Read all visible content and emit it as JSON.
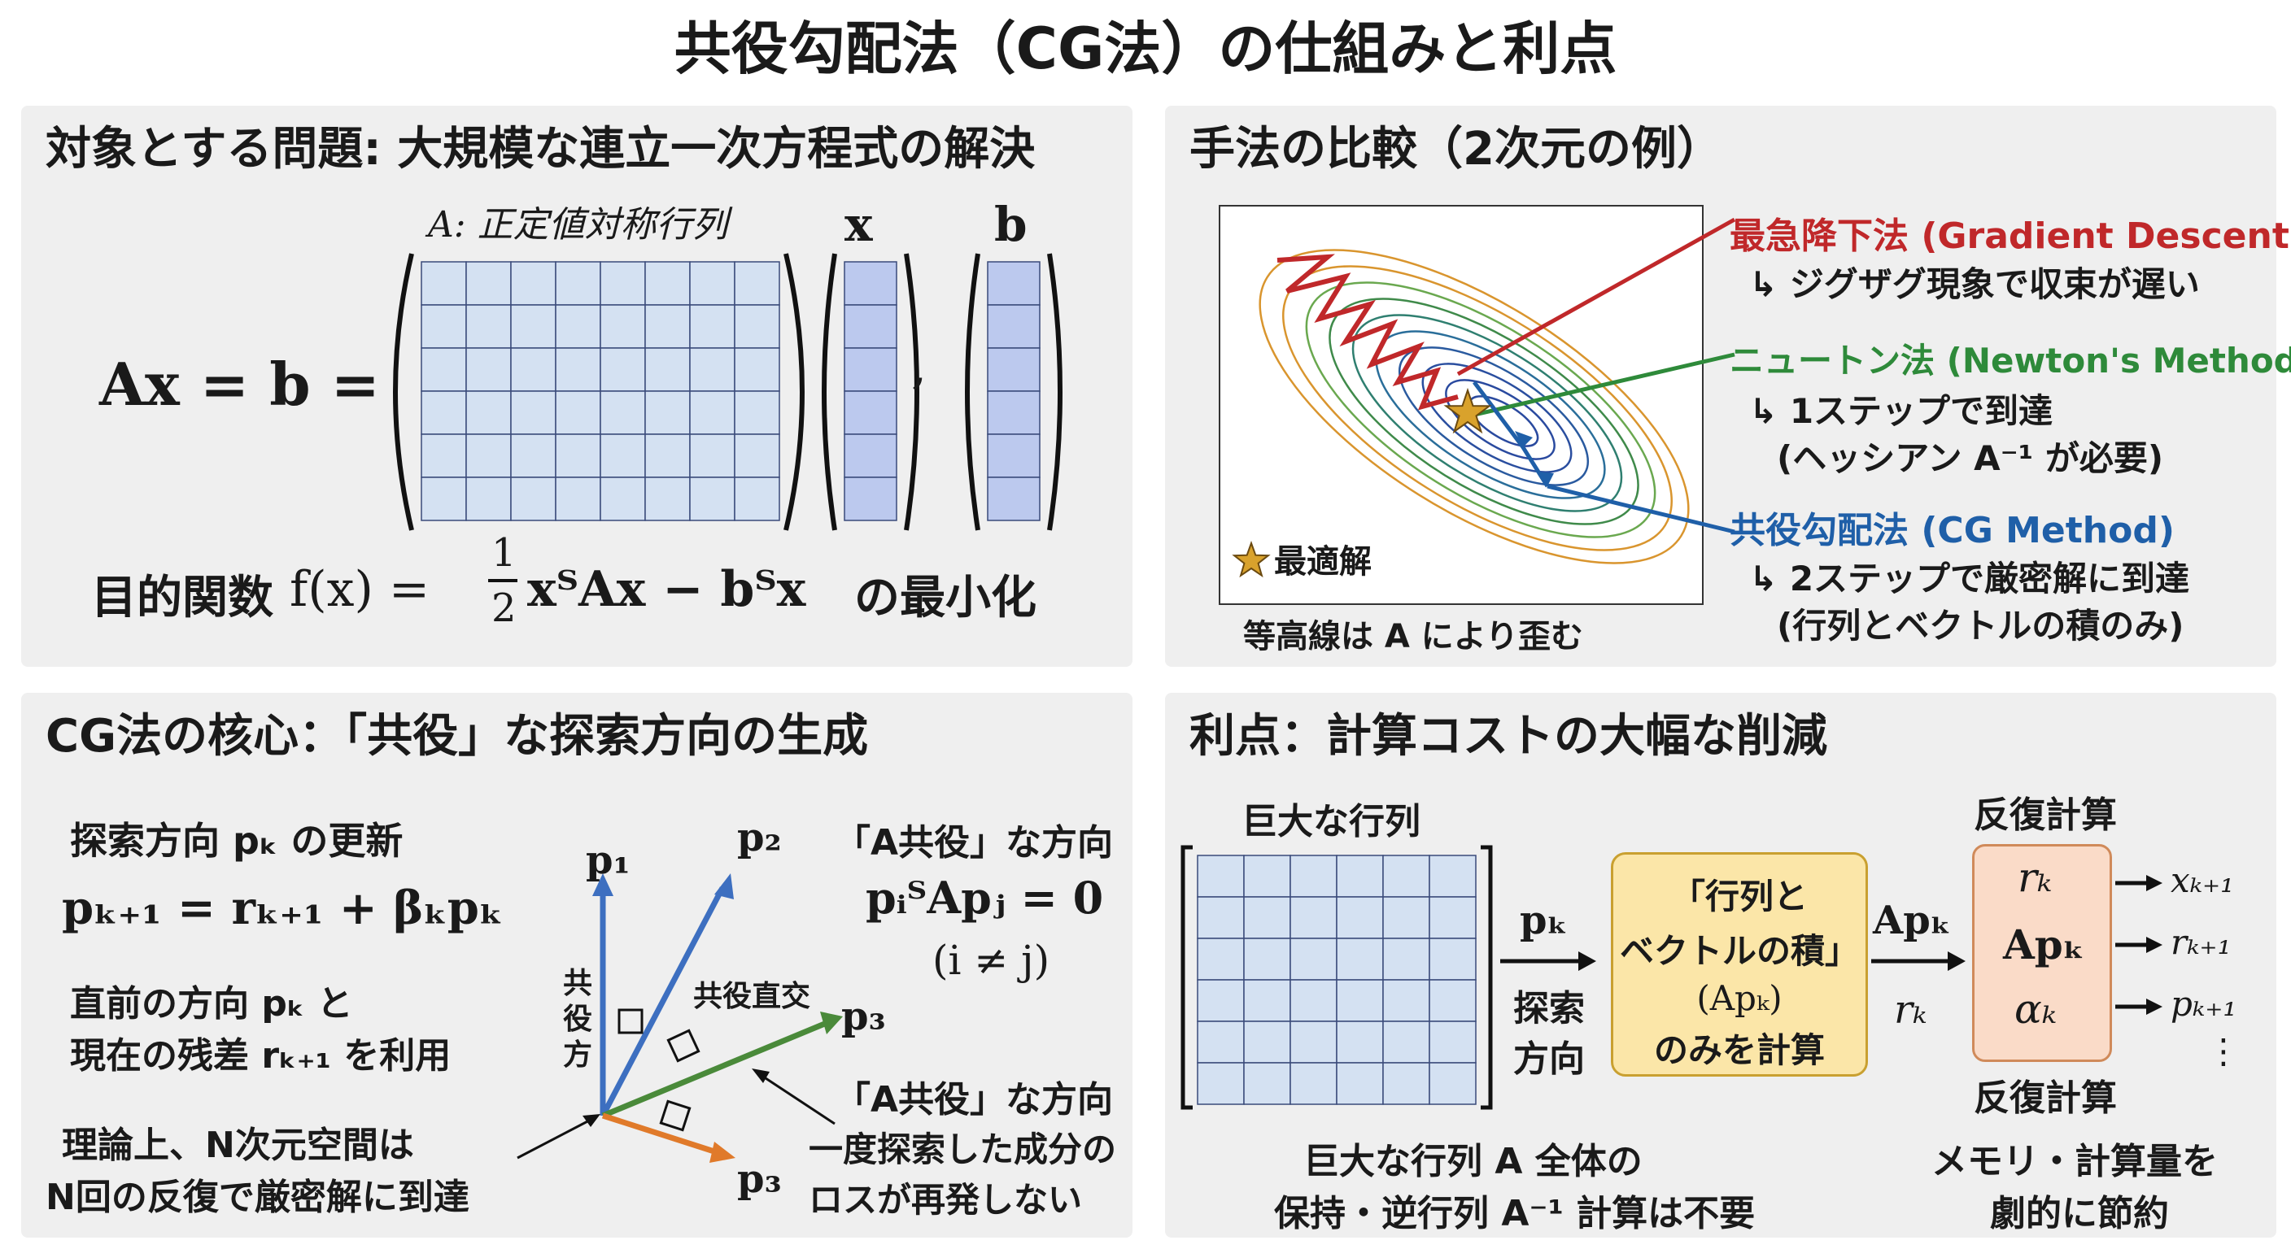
{
  "title": "共役勾配法（CG法）の仕組みと利点",
  "panel_problem": {
    "heading": "対象とする問題: 大規模な連立一次方程式の解決",
    "matrix_label": "A: 正定値対称行列",
    "x_label": "x",
    "b_label": "b",
    "equation": "Ax = b =",
    "comma": ",",
    "objective_prefix": "目的関数",
    "objective_fx": "f(x) =",
    "objective_frac_num": "1",
    "objective_frac_den": "2",
    "objective_rest": "xᵀAx − bᵀx",
    "objective_suffix": "の最小化"
  },
  "panel_compare": {
    "heading": "手法の比較（2次元の例）",
    "gd_title": "最急降下法 (Gradient Descent)",
    "gd_note": "↳ ジグザグ現象で収束が遅い",
    "newton_title": "ニュートン法 (Newton's Method)",
    "newton_note1": "↳ 1ステップで到達",
    "newton_note2": "(ヘッシアン A⁻¹ が必要)",
    "cg_title": "共役勾配法 (CG Method)",
    "cg_note1": "↳ 2ステップで厳密解に到達",
    "cg_note2": "(行列とベクトルの積のみ)",
    "optimum_label": "最適解",
    "contour_caption": "等高線は A により歪む",
    "colors": {
      "gd": "#c0282a",
      "newton": "#2e8a3a",
      "cg": "#1f5fa8",
      "star": "#d9a22c"
    }
  },
  "panel_core": {
    "heading": "CG法の核心：「共役」な探索方向の生成",
    "update_title": "探索方向 pₖ の更新",
    "update_formula": "pₖ₊₁ = rₖ₊₁ + βₖpₖ",
    "use_line1": "直前の方向 pₖ と",
    "use_line2": "現在の残差 rₖ₊₁ を利用",
    "theory_line1": "理論上、N次元空間は",
    "theory_line2": "N回の反復で厳密解に到達",
    "conj_title": "「A共役」な方向",
    "conj_formula": "pᵢᵀApⱼ = 0",
    "conj_cond": "(i ≠ j)",
    "p1": "p₁",
    "p2": "p₂",
    "p3a": "p₃",
    "p3b": "p₃",
    "v_label_1": "共",
    "v_label_2": "役",
    "v_label_3": "方",
    "conj_orth": "共役直交",
    "conj_title2": "「A共役」な方向",
    "no_loss1": "一度探索した成分の",
    "no_loss2": "ロスが再発しない"
  },
  "panel_benefit": {
    "heading": "利点：計算コストの大幅な削減",
    "big_matrix": "巨大な行列",
    "pk": "pₖ",
    "search1": "探索",
    "search2": "方向",
    "box_line1": "「行列と",
    "box_line2": "ベクトルの積」",
    "box_line3": "(Apₖ)",
    "box_line4": "のみを計算",
    "apk": "Apₖ",
    "rk": "rₖ",
    "iter_top": "反復計算",
    "iter_bottom": "反復計算",
    "iter_rk": "rₖ",
    "iter_apk": "Apₖ",
    "iter_alpha": "αₖ",
    "out_x": "xₖ₊₁",
    "out_r": "rₖ₊₁",
    "out_p": "pₖ₊₁",
    "out_dots": "⋮",
    "bottom_left1": "巨大な行列 A 全体の",
    "bottom_left2": "保持・逆行列 A⁻¹ 計算は不要",
    "bottom_right1": "メモリ・計算量を",
    "bottom_right2": "劇的に節約"
  }
}
